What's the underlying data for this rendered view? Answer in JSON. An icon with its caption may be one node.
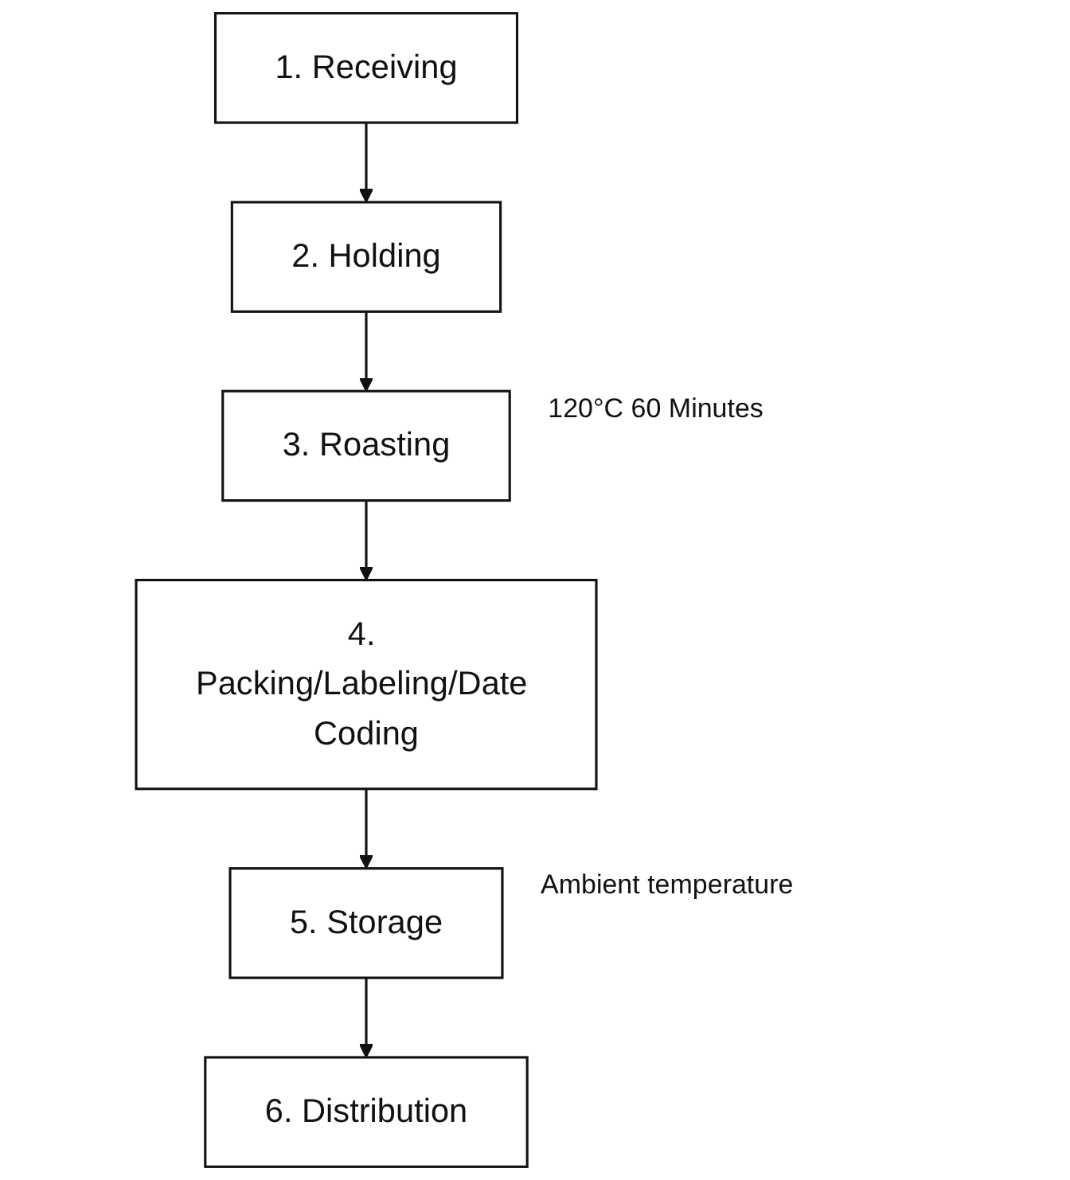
{
  "diagram": {
    "nodes": [
      {
        "text": [
          "1. Receiving"
        ]
      },
      {
        "text": [
          "2. Holding"
        ]
      },
      {
        "text": [
          "3. Roasting"
        ],
        "beside": [
          "120°C 60 Minutes"
        ]
      },
      {
        "text": [
          "4. Packing/Labeling/Date Coding"
        ]
      },
      {
        "text": [
          "5. Storage"
        ],
        "beside": [
          "Ambient temperature"
        ]
      },
      {
        "text": [
          "6. Distribution"
        ]
      }
    ],
    "edges": [
      {
        "from": 0,
        "to": 1,
        "arrow": "to"
      },
      {
        "from": 1,
        "to": 2,
        "arrow": "to"
      },
      {
        "from": 2,
        "to": 3,
        "arrow": "to"
      },
      {
        "from": 3,
        "to": 4,
        "arrow": "to"
      },
      {
        "from": 4,
        "to": 5,
        "arrow": "to"
      }
    ]
  }
}
